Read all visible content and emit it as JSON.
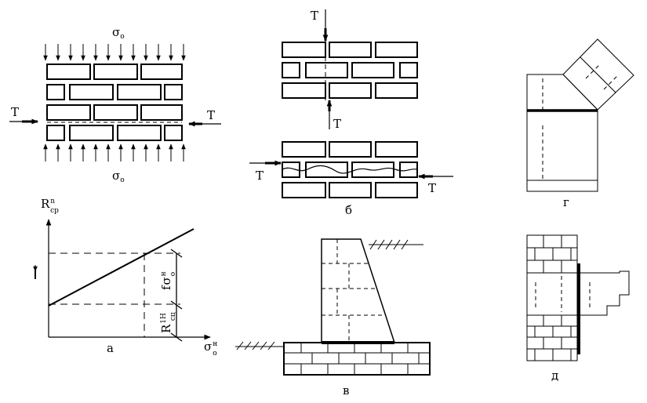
{
  "labels": {
    "sigma": "σ",
    "sigma_sub": "o",
    "T": "T",
    "a": "а",
    "b": "б",
    "v": "в",
    "g": "г",
    "d": "д",
    "r_main": "R",
    "r_sup": "n",
    "r_sub": "cp",
    "sx_main": "σ",
    "sx_sup": "н",
    "sx_sub": "o",
    "fs_f": "f",
    "fs_s": "σ",
    "fs_sup": "н",
    "fs_sub": "o",
    "rsq_main": "R",
    "rsq_sup": "1H",
    "rsq_sub": "сц"
  },
  "colors": {
    "stroke": "#000000",
    "background": "#ffffff"
  }
}
